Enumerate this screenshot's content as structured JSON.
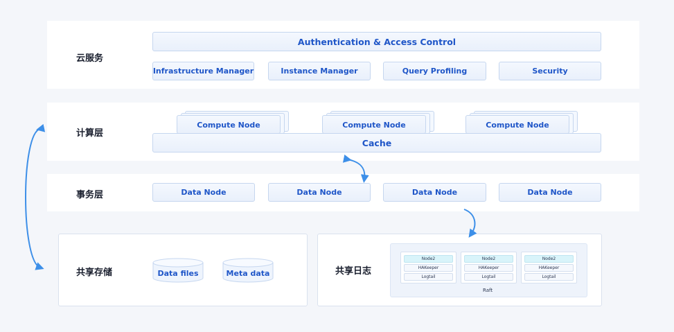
{
  "layers": {
    "cloud": {
      "label": "云服务"
    },
    "compute": {
      "label": "计算层"
    },
    "transaction": {
      "label": "事务层"
    },
    "storage": {
      "label": "共享存储"
    },
    "log": {
      "label": "共享日志"
    }
  },
  "cloud_services": {
    "auth": "Authentication & Access Control",
    "items": [
      "Infrastructure Manager",
      "Instance Manager",
      "Query Profiling",
      "Security"
    ]
  },
  "compute_layer": {
    "nodes": [
      "Compute Node",
      "Compute Node",
      "Compute Node"
    ],
    "cache": "Cache"
  },
  "transaction_layer": {
    "nodes": [
      "Data Node",
      "Data Node",
      "Data Node",
      "Data Node"
    ]
  },
  "shared_storage": {
    "items": [
      "Data files",
      "Meta data"
    ]
  },
  "shared_log": {
    "groups": [
      {
        "head": "Node2",
        "items": [
          "HAKeeper",
          "Logtail"
        ]
      },
      {
        "head": "Node2",
        "items": [
          "HAKeeper",
          "Logtail"
        ]
      },
      {
        "head": "Node2",
        "items": [
          "HAKeeper",
          "Logtail"
        ]
      }
    ],
    "raft": "Raft"
  },
  "colors": {
    "accent": "#1f56c8",
    "arrow": "#3d8fe8",
    "box_border": "#c5d6ef"
  }
}
